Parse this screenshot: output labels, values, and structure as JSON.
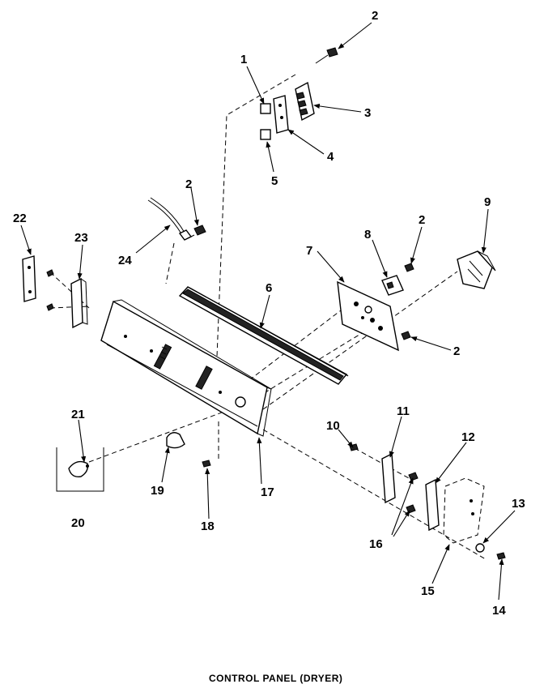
{
  "caption": "CONTROL PANEL (DRYER)",
  "callouts": {
    "c1": "1",
    "c2a": "2",
    "c2b": "2",
    "c2c": "2",
    "c2d": "2",
    "c3": "3",
    "c4": "4",
    "c5": "5",
    "c6": "6",
    "c7": "7",
    "c8": "8",
    "c9": "9",
    "c10": "10",
    "c11": "11",
    "c12": "12",
    "c13": "13",
    "c14": "14",
    "c15": "15",
    "c16": "16",
    "c17": "17",
    "c18": "18",
    "c19": "19",
    "c20": "20",
    "c21": "21",
    "c22": "22",
    "c23": "23",
    "c24": "24"
  }
}
